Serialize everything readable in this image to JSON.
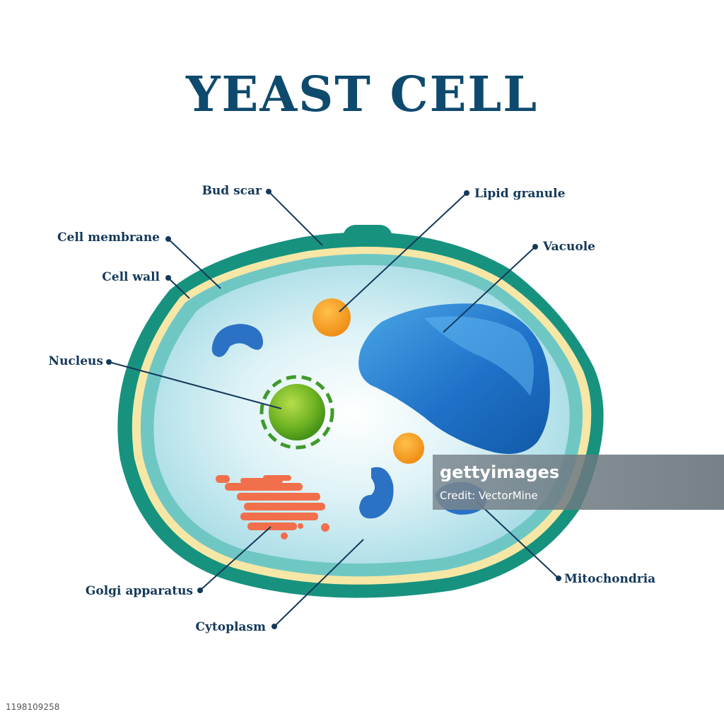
{
  "title": "YEAST CELL",
  "labels": {
    "bud_scar": "Bud scar",
    "cell_membrane": "Cell membrane",
    "cell_wall": "Cell wall",
    "nucleus": "Nucleus",
    "golgi_apparatus": "Golgi apparatus",
    "cytoplasm": "Cytoplasm",
    "lipid_granule": "Lipid granule",
    "vacuole": "Vacuole",
    "mitochondria": "Mitochondria"
  },
  "watermark": {
    "brand": "gettyimages",
    "credit": "Credit: VectorMine"
  },
  "image_id": "1198109258",
  "colors": {
    "title": "#0e4a6d",
    "cell_wall": "#17927f",
    "cell_membrane": "#f6e7a6",
    "cytoplasm": "#bfe8ef",
    "vacuole": "#1f6fc7",
    "nucleus": "#5aa51c",
    "lipid_granule": "#f49b20",
    "golgi": "#f26f4c",
    "mitochondria": "#2b72c4"
  }
}
